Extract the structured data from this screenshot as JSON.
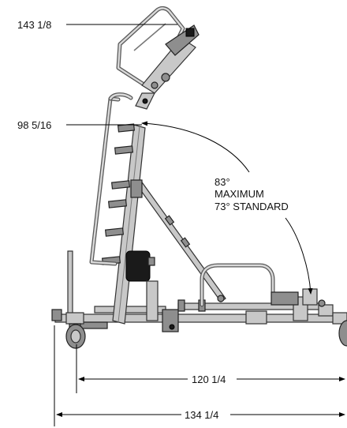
{
  "dimensions": {
    "top_height": "143 1/8",
    "rail_height": "98 5/16",
    "wheelbase": "120 1/4",
    "overall_length": "134 1/4"
  },
  "angle_note": {
    "line1": "83°",
    "line2": "MAXIMUM",
    "line3": "73° STANDARD"
  },
  "colors": {
    "frame": "#c8c8c8",
    "frame_outline": "#333333",
    "seat": "#1a1a1a",
    "dimension_lines": "#000000"
  }
}
